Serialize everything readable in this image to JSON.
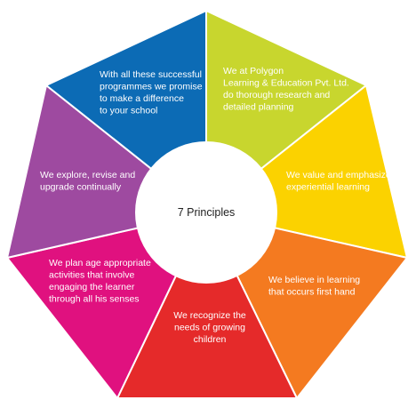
{
  "center_label": "7 Principles",
  "segments": [
    {
      "color": "#c8d62e",
      "lines": [
        "We at Polygon",
        "Learning & Education Pvt. Ltd.",
        "do thorough research and",
        "detailed planning"
      ]
    },
    {
      "color": "#fbd200",
      "lines": [
        "We value and emphasize",
        "experiential learning"
      ]
    },
    {
      "color": "#f47a20",
      "lines": [
        "We believe in learning",
        "that occurs first hand"
      ]
    },
    {
      "color": "#e52a2a",
      "lines": [
        "We recognize the",
        "needs of growing",
        "children"
      ]
    },
    {
      "color": "#e0117f",
      "lines": [
        "We plan age appropriate",
        "activities that involve",
        "engaging the learner",
        "through all his senses"
      ]
    },
    {
      "color": "#9e4aa0",
      "lines": [
        "We explore, revise and",
        "upgrade continually"
      ]
    },
    {
      "color": "#0c6bb5",
      "lines": [
        "With all these successful",
        "programmes we promise",
        "to make a difference",
        "to your school"
      ]
    }
  ],
  "colors": {
    "center_fill": "#ffffff",
    "divider": "#ffffff"
  }
}
